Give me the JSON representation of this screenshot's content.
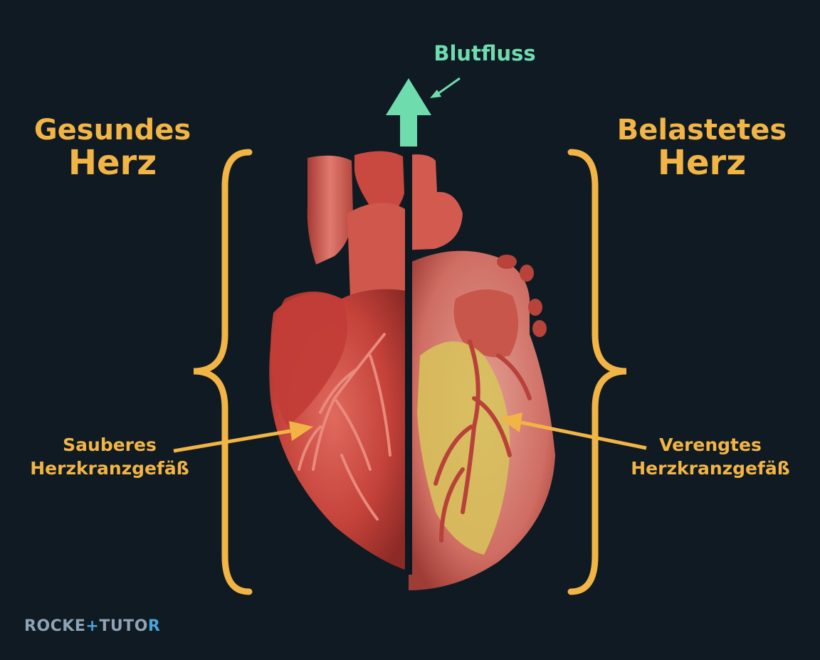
{
  "left_title": {
    "line1": "Gesundes",
    "line2": "Herz"
  },
  "right_title": {
    "line1": "Belastetes",
    "line2": "Herz"
  },
  "flow_label": "Blutfluss",
  "left_label": {
    "line1": "Sauberes",
    "line2": "Herzkranzgefäß"
  },
  "right_label": {
    "line1": "Verengtes",
    "line2": "Herzkranzgefäß"
  },
  "logo": {
    "part1": "ROCKE",
    "part2": "+",
    "part3": "TUTO",
    "part4": "R"
  },
  "colors": {
    "background": "#0f1a22",
    "label": "#f2b445",
    "flow": "#6fdcae",
    "heart": "#c8473f",
    "plaque": "#d8c45a",
    "divider": "#0d1820"
  }
}
